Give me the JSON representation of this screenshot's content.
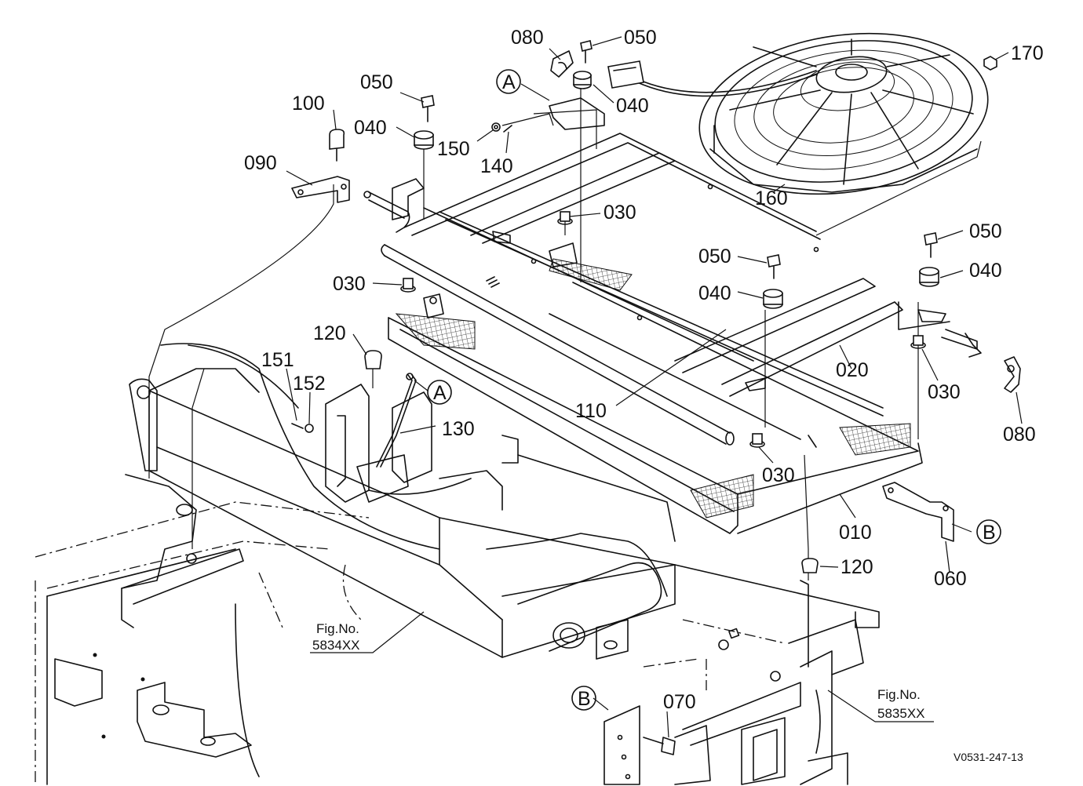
{
  "callouts": {
    "c080_top": "080",
    "c050_top": "050",
    "c170": "170",
    "cA_top": "A",
    "c050_left": "050",
    "c040_top": "040",
    "c100": "100",
    "c040_left": "040",
    "c150": "150",
    "c140": "140",
    "c090": "090",
    "c160": "160",
    "c030_center": "030",
    "c050_right": "050",
    "c050_mid": "050",
    "c040_right": "040",
    "c040_mid": "040",
    "c030_left": "030",
    "c120_left": "120",
    "c151": "151",
    "c152": "152",
    "cA_mid": "A",
    "c130": "130",
    "c110": "110",
    "c020": "020",
    "c030_right": "030",
    "c080_right": "080",
    "c030_bottom": "030",
    "c010": "010",
    "cB_right": "B",
    "c060": "060",
    "c120_right": "120",
    "cB_bottom": "B",
    "c070": "070"
  },
  "figure_refs": {
    "fig_label": "Fig.No.",
    "fig_left_number": "5834XX",
    "fig_right_number": "5835XX"
  },
  "drawing_code": "V0531-247-13"
}
